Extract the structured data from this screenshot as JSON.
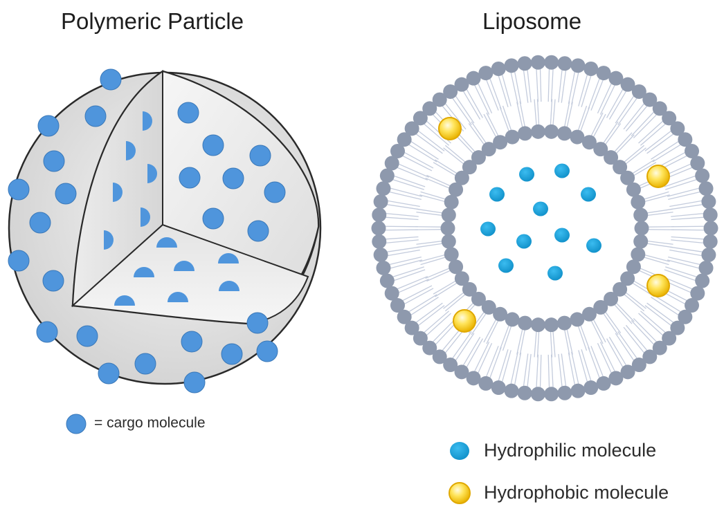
{
  "panels": {
    "polymeric": {
      "title": "Polymeric Particle"
    },
    "liposome": {
      "title": "Liposome"
    }
  },
  "legend": {
    "cargo": "= cargo molecule",
    "hydrophilic": "Hydrophilic molecule",
    "hydrophobic": "Hydrophobic molecule"
  },
  "colors": {
    "cargo_blue": "#4f95dc",
    "hydrophilic_blue": "#17a4dd",
    "hydrophobic_yellow": "#f2c20e",
    "lipid_head": "#8e99ad",
    "lipid_tail": "#c3cbdc",
    "sphere_shade": "#dedede",
    "outline": "#2a2a2a"
  }
}
